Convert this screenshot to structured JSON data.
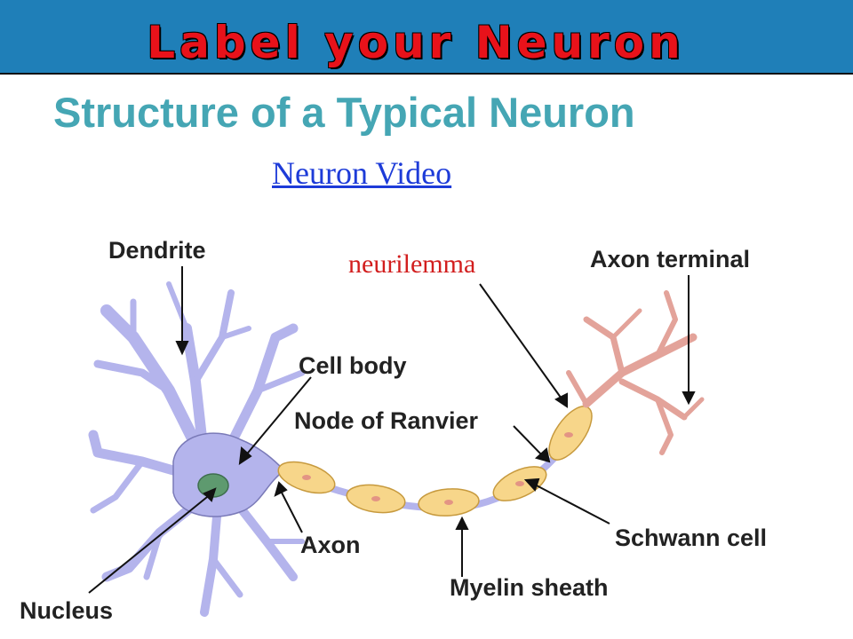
{
  "slide": {
    "title": "Label your Neuron",
    "diagram_title": "Structure of a Typical Neuron",
    "link_text": "Neuron Video"
  },
  "labels": {
    "dendrite": "Dendrite",
    "axon_terminal": "Axon terminal",
    "neurilemma": "neurilemma",
    "cell_body": "Cell body",
    "node_of_ranvier": "Node of Ranvier",
    "axon": "Axon",
    "schwann_cell": "Schwann cell",
    "myelin_sheath": "Myelin sheath",
    "nucleus": "Nucleus"
  },
  "colors": {
    "header_band": "#1f7fb8",
    "title_red": "#e8121a",
    "diagram_title_teal": "#45a6b4",
    "link_blue": "#1d3bd8",
    "cell_lavender": "#b4b4ec",
    "myelin_yellow": "#f7d68a",
    "terminal_pink": "#e3a39a",
    "nucleus_green": "#5e9a6f"
  }
}
